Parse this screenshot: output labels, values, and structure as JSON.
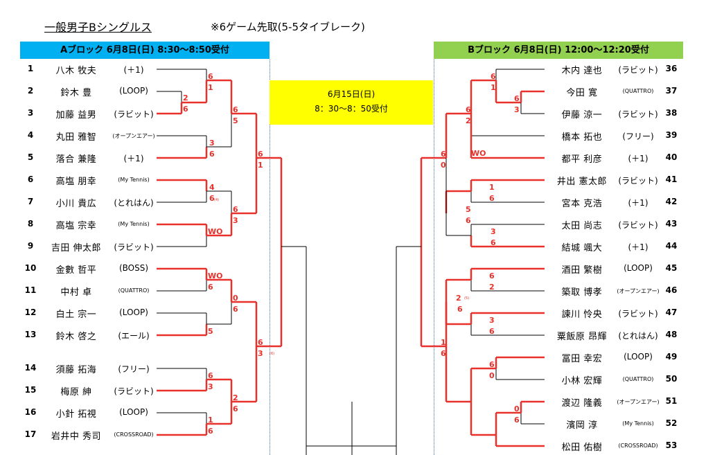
{
  "title": "一般男子Bシングルス",
  "note": "※6ゲーム先取(5-5タイブレーク)",
  "block_a": {
    "header": "Aブロック  6月8日(日)   8:30～8:50受付"
  },
  "block_b": {
    "header": "Bブロック   6月8日(日)   12:00～12:20受付"
  },
  "final_box": {
    "line1": "6月15日(日)",
    "line2": "8：30～8：50受付"
  },
  "players_left": [
    {
      "no": "1",
      "name": "八木 牧夫",
      "club": "(＋1)"
    },
    {
      "no": "2",
      "name": "鈴木 豊",
      "club": "(LOOP)"
    },
    {
      "no": "3",
      "name": "加藤 益男",
      "club": "(ラビット)"
    },
    {
      "no": "4",
      "name": "丸田 雅智",
      "club": "(オープンエアー)"
    },
    {
      "no": "5",
      "name": "落合 兼隆",
      "club": "(＋1)"
    },
    {
      "no": "6",
      "name": "高塩 朋幸",
      "club": "(My Tennis)"
    },
    {
      "no": "7",
      "name": "小川 貴広",
      "club": "(とれはん)"
    },
    {
      "no": "8",
      "name": "高塩 宗幸",
      "club": "(My Tennis)"
    },
    {
      "no": "9",
      "name": "吉田 伸太郎",
      "club": "(ラビット)"
    },
    {
      "no": "10",
      "name": "金數 哲平",
      "club": "(BOSS)"
    },
    {
      "no": "11",
      "name": "中村 卓",
      "club": "(QUATTRO)"
    },
    {
      "no": "12",
      "name": "白土 宗一",
      "club": "(LOOP)"
    },
    {
      "no": "13",
      "name": "鈴木 啓之",
      "club": "(エール)"
    },
    {
      "no": "14",
      "name": "須藤 拓海",
      "club": "(フリー)"
    },
    {
      "no": "15",
      "name": "梅原 紳",
      "club": "(ラビット)"
    },
    {
      "no": "16",
      "name": "小針 拓視",
      "club": "(LOOP)"
    },
    {
      "no": "17",
      "name": "岩井中 秀司",
      "club": "(CROSSROAD)"
    }
  ],
  "players_right": [
    {
      "no": "36",
      "name": "木内 達也",
      "club": "(ラビット)"
    },
    {
      "no": "37",
      "name": "今田 寛",
      "club": "(QUATTRO)"
    },
    {
      "no": "38",
      "name": "伊藤 涼一",
      "club": "(ラビット)"
    },
    {
      "no": "39",
      "name": "橋本 拓也",
      "club": "(フリー)"
    },
    {
      "no": "40",
      "name": "都平 利彦",
      "club": "(＋1)"
    },
    {
      "no": "41",
      "name": "井出 憲太郎",
      "club": "(ラビット)"
    },
    {
      "no": "42",
      "name": "宮本 克浩",
      "club": "(＋1)"
    },
    {
      "no": "43",
      "name": "太田 尚志",
      "club": "(ラビット)"
    },
    {
      "no": "44",
      "name": "結城 颯大",
      "club": "(＋1)"
    },
    {
      "no": "45",
      "name": "酒田 繁樹",
      "club": "(LOOP)"
    },
    {
      "no": "46",
      "name": "築取 博孝",
      "club": "(オープンエアー)"
    },
    {
      "no": "47",
      "name": "諫川 怜央",
      "club": "(ラビット)"
    },
    {
      "no": "48",
      "name": "粟飯原 昂輝",
      "club": "(とれはん)"
    },
    {
      "no": "49",
      "name": "冨田 幸宏",
      "club": "(LOOP)"
    },
    {
      "no": "50",
      "name": "小林 宏輝",
      "club": "(QUATTRO)"
    },
    {
      "no": "51",
      "name": "渡辺 隆義",
      "club": "(オープンエアー)"
    },
    {
      "no": "52",
      "name": "濱岡 淳",
      "club": "(My Tennis)"
    },
    {
      "no": "53",
      "name": "松田 佑樹",
      "club": "(CROSSROAD)"
    }
  ],
  "scores": [
    "2",
    "6",
    "6",
    "1",
    "3",
    "6",
    "6",
    "5",
    "4",
    "6",
    "WO",
    "6",
    "3",
    "6",
    "1",
    "6",
    "3",
    "WO",
    "6",
    "5",
    "0",
    "6",
    "6",
    "3",
    "1",
    "6",
    "2",
    "6",
    "6",
    "1",
    "6",
    "3",
    "WO",
    "6",
    "2",
    "6",
    "0",
    "1",
    "6",
    "3",
    "6",
    "5",
    "6",
    "6",
    "2",
    "2",
    "6",
    "3",
    "6",
    "1",
    "6",
    "6",
    "0",
    "0",
    "6"
  ],
  "score_subs": [
    "(4)",
    "(5)",
    "(6)"
  ]
}
